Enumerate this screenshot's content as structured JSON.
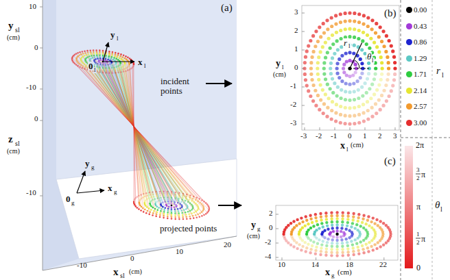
{
  "diagram": {
    "labels": [
      "(a)",
      "y",
      "sl",
      "(cm)",
      "10",
      "0",
      "-10",
      "z",
      "sl",
      "(cm)",
      "0",
      "-10",
      "-10",
      "0",
      "10",
      "20",
      "x",
      "sl",
      "(cm)",
      "y",
      "l",
      "x",
      "l",
      "0",
      "l",
      "incident points",
      "y",
      "g",
      "x",
      "g",
      "0",
      "g",
      "projected points",
      "(b)",
      "3",
      "2",
      "1",
      "0",
      "-1",
      "-2",
      "-3",
      "y",
      "l",
      "(cm)",
      "-3",
      "-2",
      "-1",
      "0",
      "1",
      "2",
      "3",
      "x",
      "l",
      "(cm)",
      "r",
      "l",
      "θ",
      "l",
      "r",
      "l",
      "2π",
      "3",
      "2",
      "π",
      "π",
      "1",
      "2",
      "π",
      "0",
      "θ",
      "l",
      "(c)",
      "2",
      "0",
      "-2",
      "-4",
      "y",
      "g",
      "(cm)",
      "10",
      "14",
      "18",
      "22",
      "x",
      "g",
      "(cm)"
    ],
    "legend": [
      {
        "text": "0.00",
        "color": "#000000"
      },
      {
        "text": "0.43",
        "color": "#a23ad8"
      },
      {
        "text": "0.86",
        "color": "#1e24d0"
      },
      {
        "text": "1.29",
        "color": "#5cc8c4"
      },
      {
        "text": "1.71",
        "color": "#2ecc40"
      },
      {
        "text": "2.14",
        "color": "#e6e632"
      },
      {
        "text": "2.57",
        "color": "#f29a2e"
      },
      {
        "text": "3.00",
        "color": "#e52e2e"
      }
    ]
  }
}
